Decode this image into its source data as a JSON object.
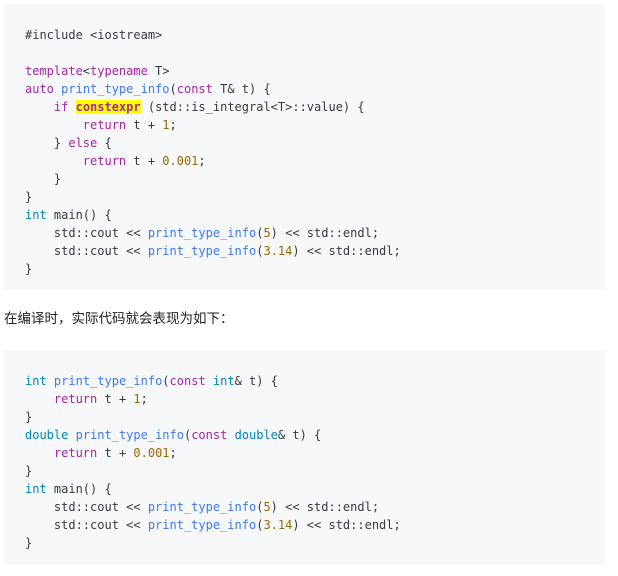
{
  "block1": {
    "include": "#include <iostream>",
    "tpl_kw": "template",
    "tpl_open": "<",
    "tpl_typename": "typename",
    "tpl_rest": " T>",
    "auto": "auto",
    "sp1": " ",
    "fn_name": "print_type_info",
    "paren_open": "(",
    "const": "const",
    "param_rest": " T& t) {",
    "indent4": "    ",
    "if": "if",
    "constexpr": "constexpr",
    "cond": " (std::is_integral<T>::value) {",
    "indent8": "        ",
    "return": "return",
    "ret_expr": " t + ",
    "num1": "1",
    "semi": ";",
    "close_else_pre": "} ",
    "else": "else",
    "else_post": " {",
    "num2": "0.001",
    "close_inner": "}",
    "close_outer": "}",
    "int": "int",
    "main_sig": " main() {",
    "cout_pre": "std::cout << ",
    "call_open": "print_type_info",
    "arg1": "5",
    "arg2": "3.14",
    "cout_post": ") << std::endl;",
    "close_main": "}"
  },
  "prose_text": "在编译时，实际代码就会表现为如下：",
  "block2": {
    "int": "int",
    "double": "double",
    "fn_name": "print_type_info",
    "const": "const",
    "int_ref": "int",
    "double_ref": "double",
    "param_post": "& t) {",
    "return": "return",
    "ret_expr": " t + ",
    "num1": "1",
    "num2": "0.001",
    "semi": ";",
    "close": "}",
    "main_sig": " main() {",
    "cout_pre": "std::cout << ",
    "arg1": "5",
    "arg2": "3.14",
    "cout_post": ") << std::endl;"
  }
}
